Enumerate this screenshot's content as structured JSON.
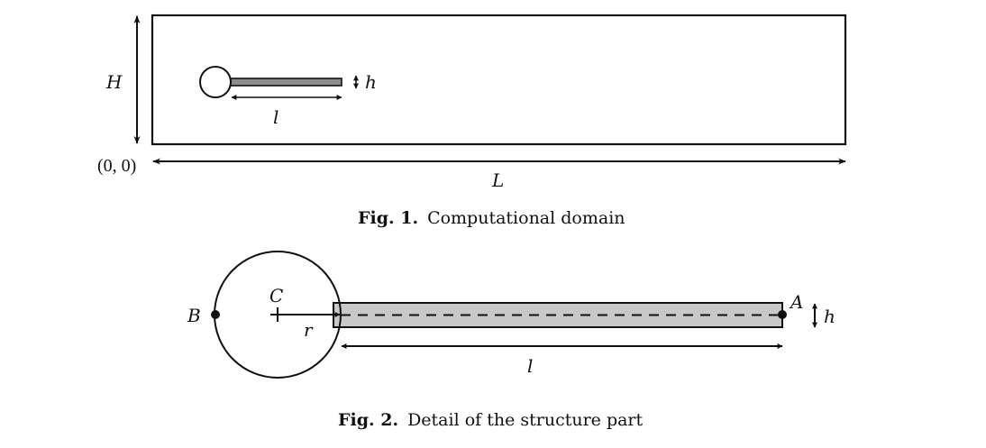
{
  "figure1": {
    "labels": {
      "height": "H",
      "length": "L",
      "origin": "(0, 0)",
      "beam_length": "l",
      "beam_thickness": "h"
    },
    "caption": {
      "number": "Fig. 1.",
      "text": "Computational domain"
    }
  },
  "figure2": {
    "labels": {
      "point_b": "B",
      "center": "C",
      "radius": "r",
      "point_a": "A",
      "beam_thickness": "h",
      "beam_length": "l"
    },
    "caption": {
      "number": "Fig. 2.",
      "text": "Detail of the structure part"
    }
  },
  "colors": {
    "stroke": "#111111",
    "beam_fill_fig1": "#8c8c8c",
    "beam_fill_fig2": "#c8c8c8"
  }
}
